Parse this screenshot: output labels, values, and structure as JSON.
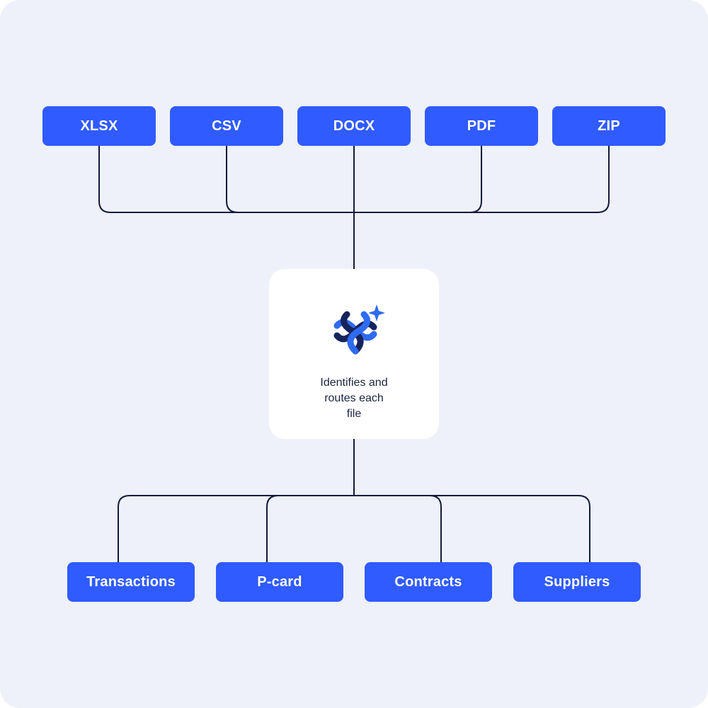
{
  "colors": {
    "background": "#EEF1F9",
    "chip": "#2F5BFF",
    "chip_text": "#FFFFFF",
    "connector": "#101A3A",
    "router_card": "#FFFFFF",
    "icon_dark": "#16235C",
    "icon_accent": "#2F6BF0"
  },
  "sources": [
    {
      "label": "XLSX"
    },
    {
      "label": "CSV"
    },
    {
      "label": "DOCX"
    },
    {
      "label": "PDF"
    },
    {
      "label": "ZIP"
    }
  ],
  "router": {
    "icon": "sparkle-knot-icon",
    "lines": [
      "Identifies and",
      "routes each",
      "file"
    ]
  },
  "destinations": [
    {
      "label": "Transactions"
    },
    {
      "label": "P-card"
    },
    {
      "label": "Contracts"
    },
    {
      "label": "Suppliers"
    }
  ]
}
